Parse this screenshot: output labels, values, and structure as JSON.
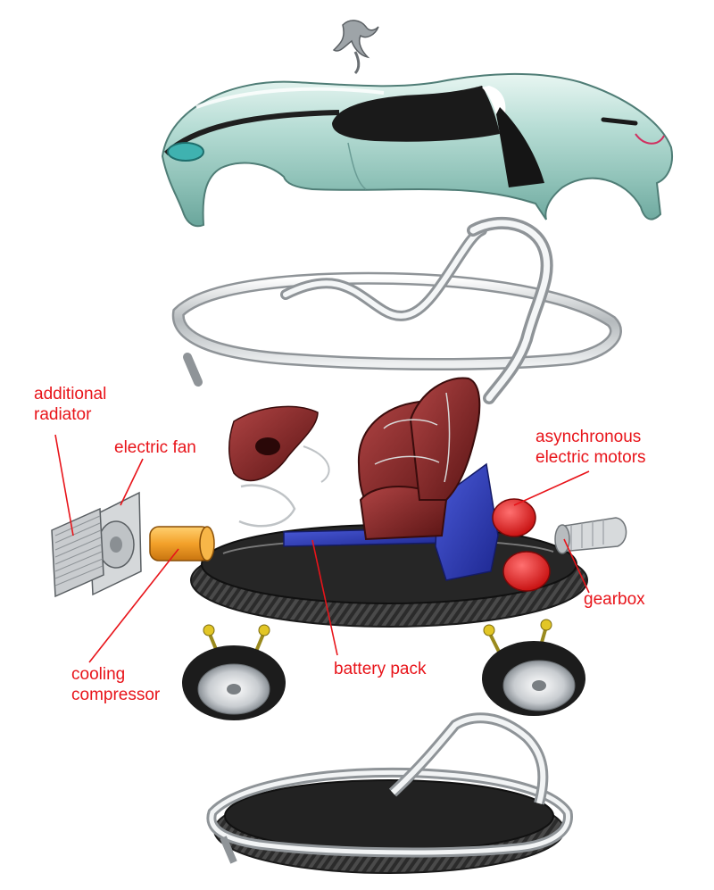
{
  "labels": {
    "additional_radiator": [
      "additional",
      "radiator"
    ],
    "electric_fan": "electric fan",
    "cooling_compressor": [
      "cooling",
      "compressor"
    ],
    "battery_pack": "battery pack",
    "async_motors": [
      "asynchronous",
      "electric motors"
    ],
    "gearbox": "gearbox"
  },
  "colors": {
    "label_text": "#e8141a",
    "leader_line": "#e8141a",
    "body_paint": "#a9d4cc",
    "carbon": "#3a3a3a",
    "seat_leather": "#7a2020",
    "battery": "#2f3fb8",
    "motor": "#e41818",
    "compressor": "#f0a020",
    "chrome": "#cfd3d6"
  },
  "icons": {
    "emblem": "jaguar-leaper-ornament"
  }
}
